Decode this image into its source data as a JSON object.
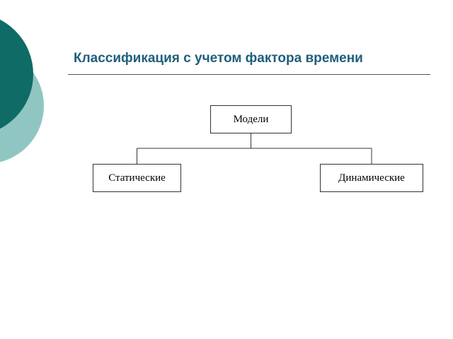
{
  "slide": {
    "title": "Классификация с учетом фактора времени"
  },
  "diagram": {
    "root": {
      "label": "Модели"
    },
    "children": [
      {
        "label": "Статические"
      },
      {
        "label": "Динамические"
      }
    ]
  },
  "colors": {
    "title": "#1f5f7a",
    "deco_dark": "#0f6b66",
    "deco_light": "#8fc6c2"
  }
}
